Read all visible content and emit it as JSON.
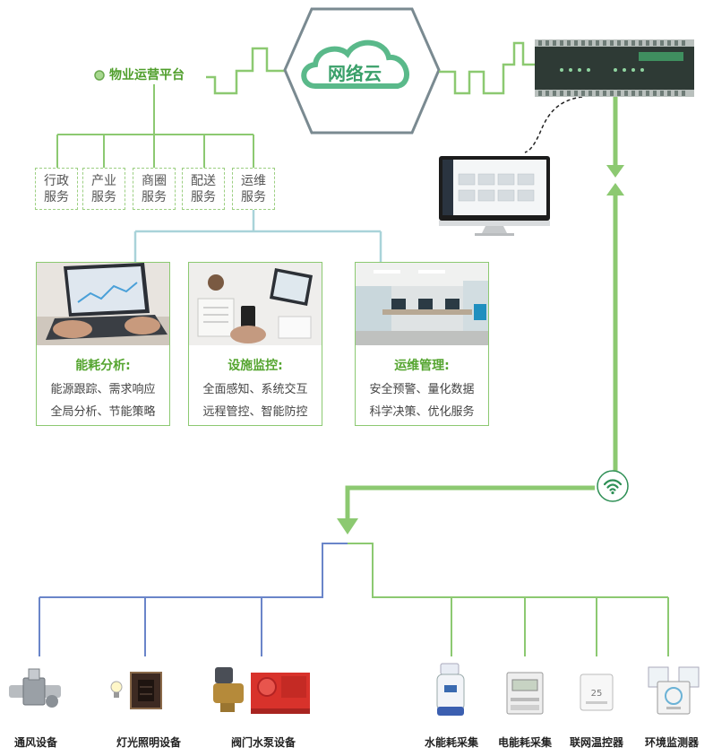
{
  "platform": {
    "title": "物业运营平台"
  },
  "cloud": {
    "label": "网络云"
  },
  "services": [
    {
      "label": "行政\n服务"
    },
    {
      "label": "产业\n服务"
    },
    {
      "label": "商圈\n服务"
    },
    {
      "label": "配送\n服务"
    },
    {
      "label": "运维\n服务"
    }
  ],
  "panels": [
    {
      "title": "能耗分析:",
      "line1": "能源跟踪、需求响应",
      "line2": "全局分析、节能策略"
    },
    {
      "title": "设施监控:",
      "line1": "全面感知、系统交互",
      "line2": "远程管控、智能防控"
    },
    {
      "title": "运维管理:",
      "line1": "安全预警、量化数据",
      "line2": "科学决策、优化服务"
    }
  ],
  "devices": [
    {
      "label": "通风设备",
      "icon": "ventilation-valve-icon"
    },
    {
      "label": "灯光照明设备",
      "icon": "lighting-switch-icon"
    },
    {
      "label": "阀门水泵设备",
      "icon": "valve-pump-icon"
    },
    {
      "label": "水能耗采集",
      "icon": "water-meter-icon"
    },
    {
      "label": "电能耗采集",
      "icon": "power-meter-icon"
    },
    {
      "label": "联网温控器",
      "icon": "thermostat-icon"
    },
    {
      "label": "环境监测器",
      "icon": "environment-monitor-icon"
    }
  ],
  "colors": {
    "green": "#8cc971",
    "dark_green": "#4f9e2b",
    "blue_line": "#6a85c9",
    "light_blue_line": "#a9d3d9",
    "cloud_hex_border": "#7a8a91"
  }
}
